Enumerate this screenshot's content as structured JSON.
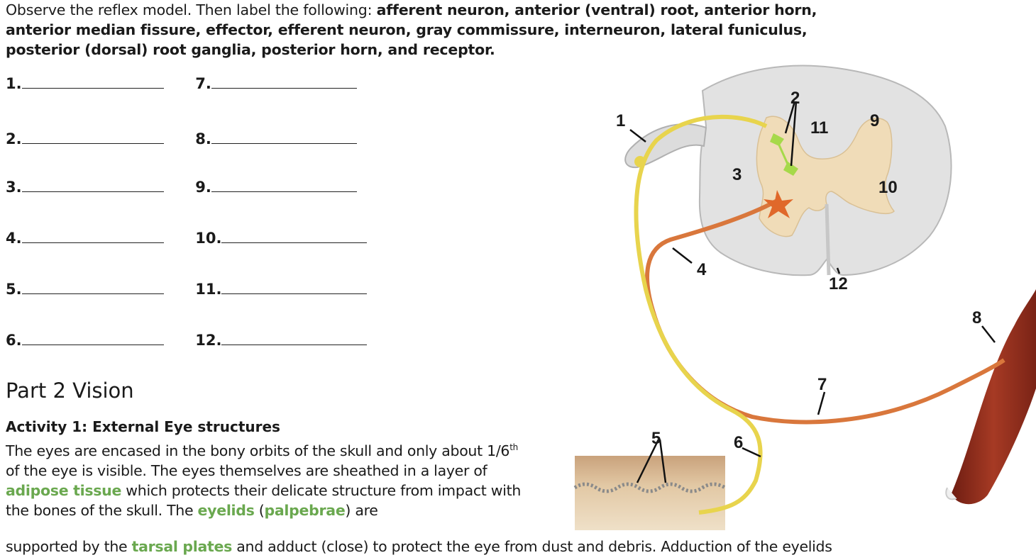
{
  "intro": {
    "line0": "Observe the reflex model. Then label the following:",
    "bold_terms": "afferent neuron, anterior (ventral) root, anterior horn, anterior median fissure, effector, efferent neuron, gray commissure, interneuron, lateral funiculus, posterior (dorsal) root ganglia, posterior horn, and receptor."
  },
  "blanks_left": [
    "1.",
    "2.",
    "3.",
    "4.",
    "5.",
    "6."
  ],
  "blanks_right": [
    "7.",
    "8.",
    "9.",
    "10.",
    "11.",
    "12."
  ],
  "part_title": "Part 2 Vision",
  "activity_title": "Activity 1: External Eye structures",
  "paragraph": {
    "s1": "The eyes are encased in the bony orbits of the skull and only about 1/6",
    "s1_sup": "th",
    "s2": " of the eye is visible.  The eyes themselves are sheathed in a layer of ",
    "adipose": "adipose tissue",
    "s3": " which protects their delicate structure from impact with the bones of the skull.   The ",
    "eyelids": "eyelids",
    "s4": " (",
    "palpebrae": "palpebrae",
    "s5": ") are"
  },
  "paragraph2": {
    "s1": "supported by the ",
    "tarsal": "tarsal plates",
    "s2": " and adduct (close) to protect the eye from dust and debris.  Adduction of the eyelids"
  },
  "diagram_labels": [
    "1",
    "2",
    "3",
    "4",
    "5",
    "6",
    "7",
    "8",
    "9",
    "10",
    "11",
    "12"
  ],
  "colors": {
    "green_term": "#6aa84f",
    "afferent": "#e8d44d",
    "efferent": "#d9773c",
    "interneuron": "#a6d94a",
    "gray_matter": "#f0dcb8",
    "white_matter": "#e4e4e4",
    "muscle": "#8c2a1c"
  }
}
